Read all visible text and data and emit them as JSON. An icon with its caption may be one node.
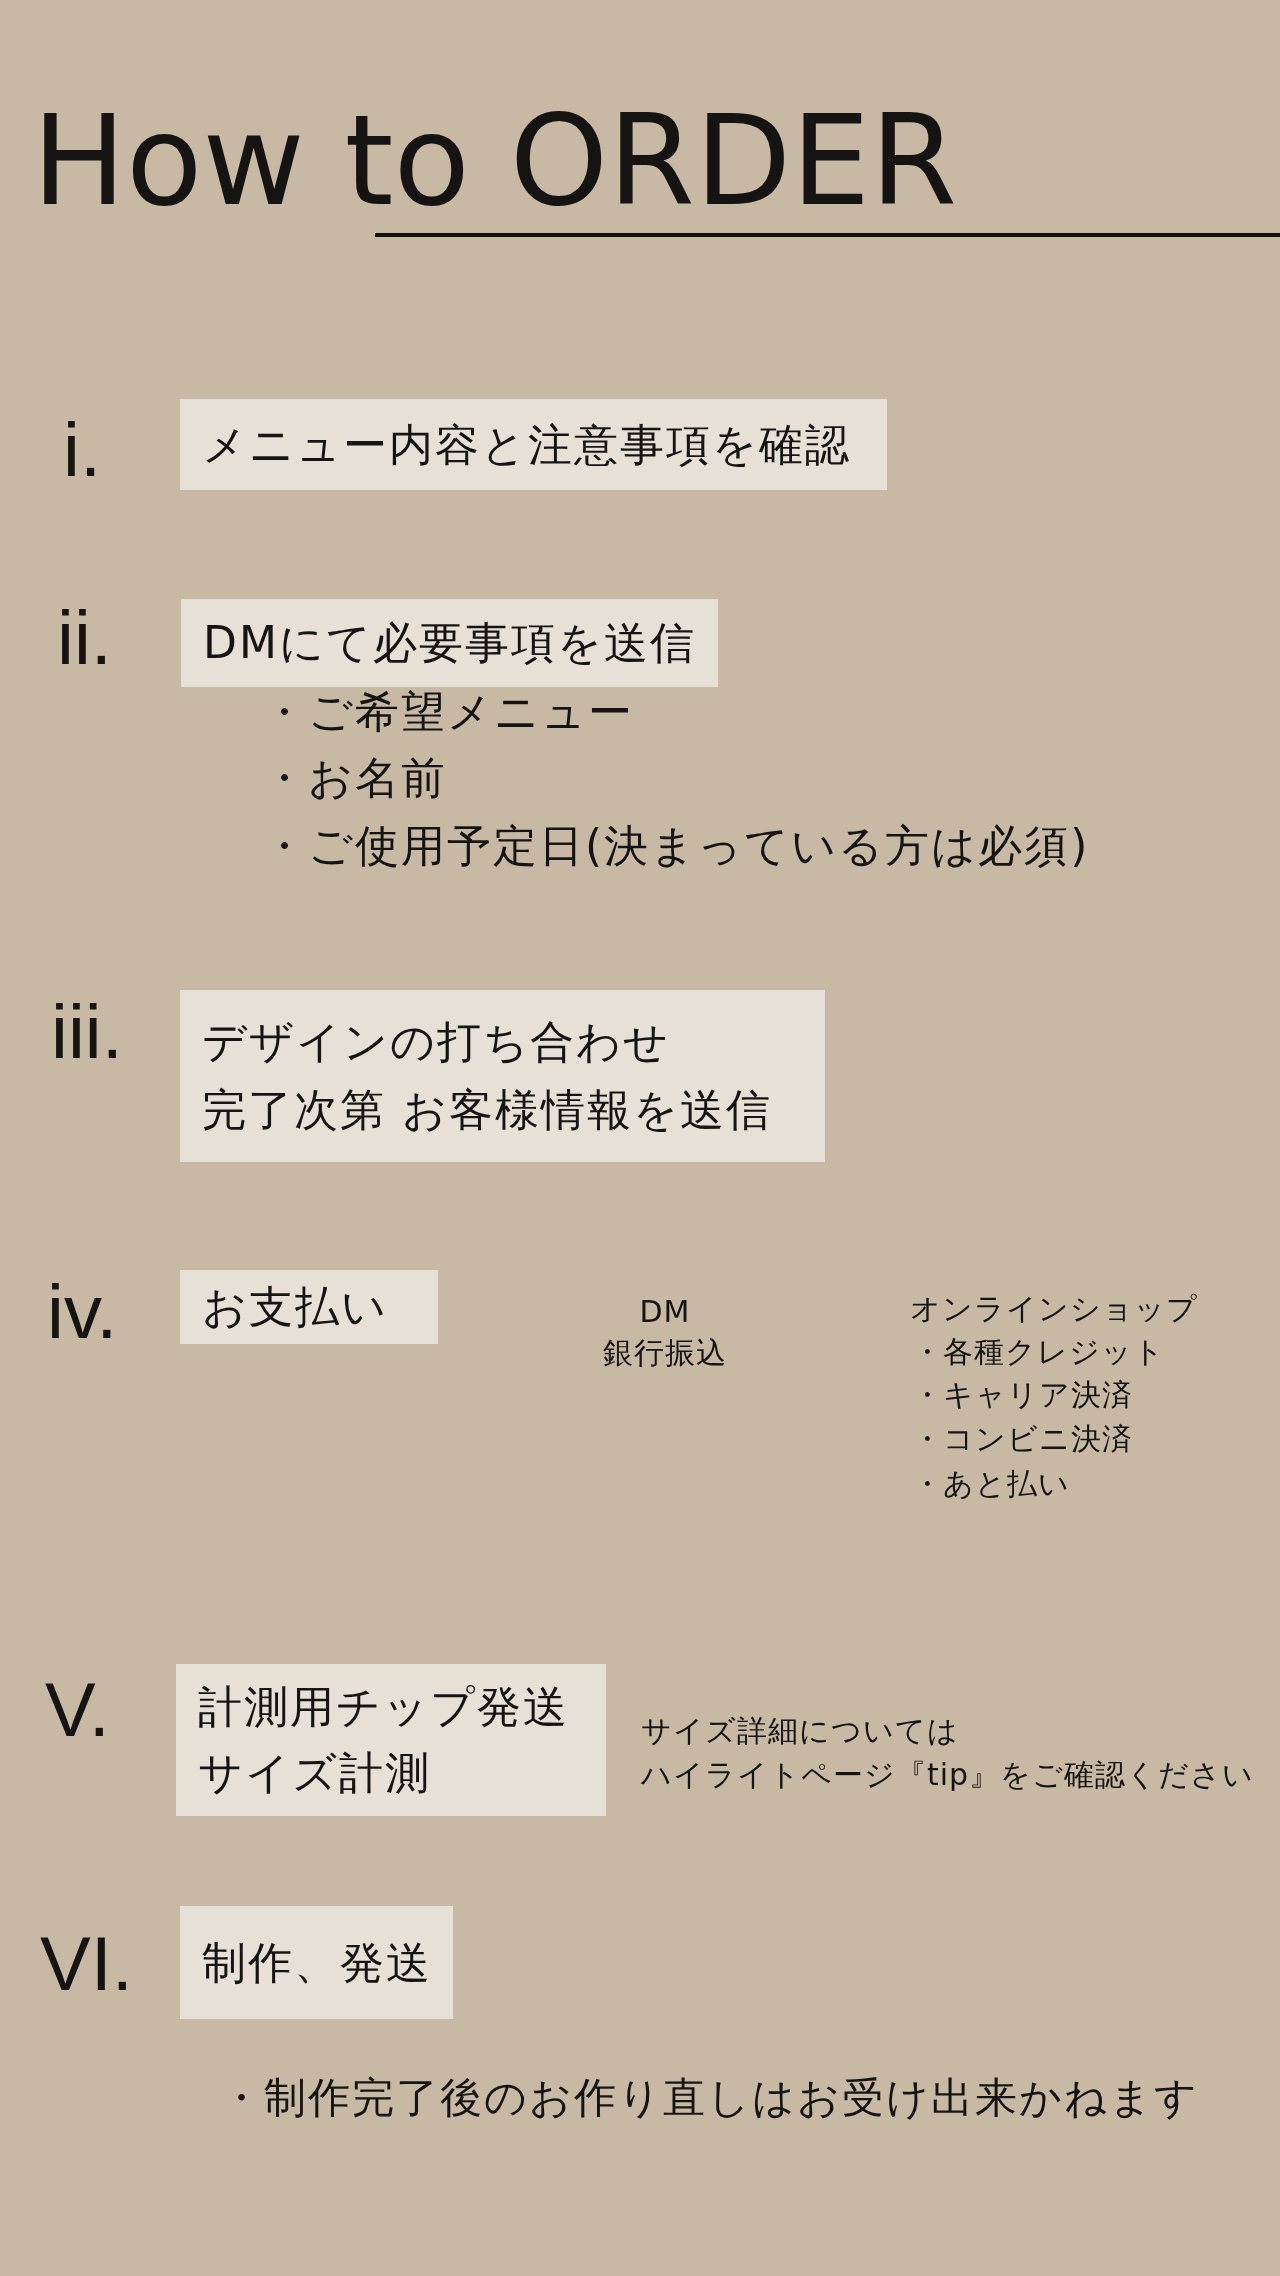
{
  "diagram": {
    "title": "How to ORDER",
    "nodes": [
      {
        "text": [
          "メニュー内容と注意事項を確認"
        ]
      },
      {
        "text": [
          "DMにて必要事項を送信"
        ],
        "beside": [
          "・ご希望メニュー",
          "・お名前",
          "・ご使用予定日(決まっている方は必須)"
        ]
      },
      {
        "text": [
          "デザインの打ち合わせ",
          "完了次第 お客様情報を送信"
        ]
      },
      {
        "text": [
          "お支払い"
        ],
        "beside": [
          "DM",
          "銀行振込",
          "オンラインショップ",
          "・各種クレジット",
          "・キャリア決済",
          "・コンビニ決済",
          "・あと払い"
        ]
      },
      {
        "text": [
          "計測用チップ発送",
          "サイズ計測"
        ],
        "beside": [
          "サイズ詳細については",
          "ハイライトページ『tip』をご確認ください"
        ]
      },
      {
        "text": [
          "制作、発送"
        ],
        "beside": [
          "・制作完了後のお作り直しはお受け出来かねます"
        ]
      }
    ],
    "labels": [
      "i.",
      "ii.",
      "iii.",
      "iv.",
      "V.",
      "VI."
    ]
  }
}
